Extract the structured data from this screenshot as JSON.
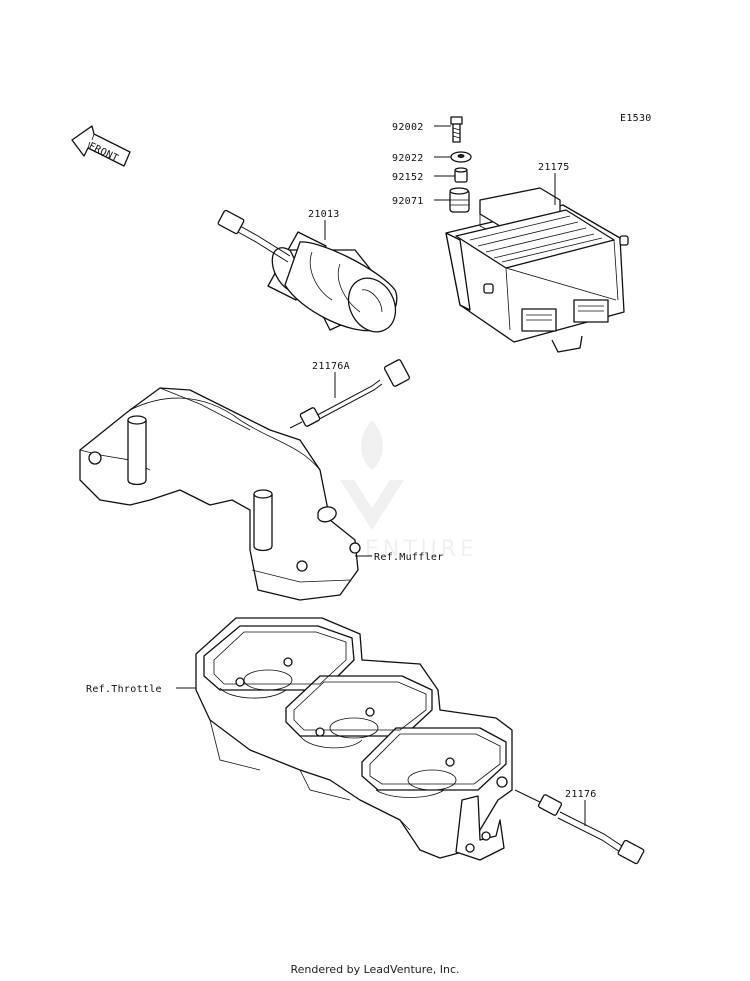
{
  "diagram_code": "E1530",
  "front_arrow_label": "FRONT",
  "watermark_text": "LEADVENTURE",
  "parts": {
    "p92002": "92002",
    "p92022": "92022",
    "p92152": "92152",
    "p92071": "92071",
    "p21175": "21175",
    "p21013": "21013",
    "p21176A": "21176A",
    "p21176": "21176"
  },
  "references": {
    "muffler": "Ref.Muffler",
    "throttle": "Ref.Throttle"
  },
  "footer": "Rendered by LeadVenture, Inc."
}
